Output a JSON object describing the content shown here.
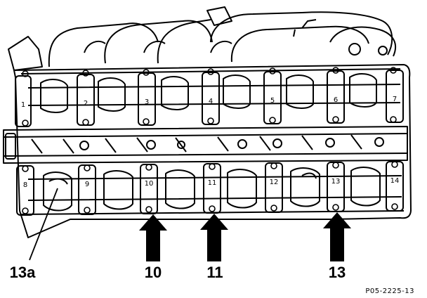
{
  "diagram": {
    "caps_top": [
      "1",
      "2",
      "3",
      "4",
      "5",
      "6",
      "7"
    ],
    "caps_bottom": [
      "8",
      "9",
      "10",
      "11",
      "12",
      "13",
      "14"
    ],
    "callouts": {
      "left": "13a",
      "arrow_a": "10",
      "arrow_b": "11",
      "arrow_c": "13"
    },
    "figure_code": "P05-2225-13",
    "colors": {
      "ink": "#000000",
      "paper": "#ffffff"
    }
  }
}
